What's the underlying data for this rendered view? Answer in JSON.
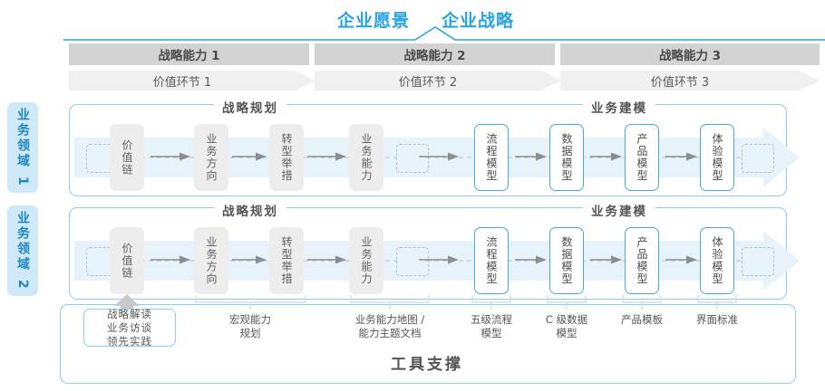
{
  "top": {
    "vision": "企业愿景",
    "strategy": "企业战略"
  },
  "capabilities": [
    {
      "name": "战略能力 1",
      "value_link": "价值环节 1"
    },
    {
      "name": "战略能力 2",
      "value_link": "价值环节 2"
    },
    {
      "name": "战略能力 3",
      "value_link": "价值环节 3"
    }
  ],
  "domains": [
    {
      "label": "业务领域 1"
    },
    {
      "label": "业务领域 2"
    }
  ],
  "sections": {
    "planning": "战略规划",
    "modeling": "业务建模"
  },
  "steps": {
    "planning": [
      "价值链",
      "业务方向",
      "转型举措",
      "业务能力"
    ],
    "modeling": [
      "流程模型",
      "数据模型",
      "产品模型",
      "体验模型"
    ]
  },
  "tools": {
    "title": "工具支撑",
    "highlight_box": "战略解读\n业务访谈\n领先实践",
    "highlight_lines": [
      "战略解读",
      "业务访谈",
      "领先实践"
    ],
    "items": [
      {
        "lines": [
          "宏观能力",
          "规划"
        ]
      },
      {
        "lines": [
          "业务能力地图 /",
          "能力主题文档"
        ]
      },
      {
        "lines": [
          "五级流程",
          "模型"
        ]
      },
      {
        "lines": [
          "C 级数据",
          "模型"
        ]
      },
      {
        "lines": [
          "产品模板"
        ]
      },
      {
        "lines": [
          "界面标准"
        ]
      }
    ]
  },
  "colors": {
    "accent": "#29a3e0",
    "panel_border": "#8ecdf0",
    "bar_dark": "#d3d3d3",
    "bar_light": "#f0f0f0",
    "box_grey": "#ededed",
    "box_blue_border": "#4aa8dd",
    "band": "#eaf5fc",
    "tab_bg": "#cfe9f8",
    "tab_text": "#1f86c4",
    "arrow_grey": "#8d8d8d"
  }
}
